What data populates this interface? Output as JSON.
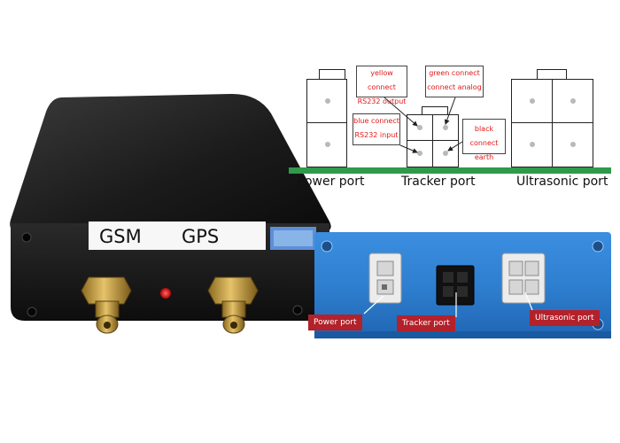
{
  "device": {
    "gsm_label": "GSM",
    "gps_label": "GPS"
  },
  "schematic": {
    "ports": {
      "power": "Power port",
      "tracker": "Tracker port",
      "ultrasonic": "Ultrasonic port"
    },
    "notes": {
      "yellow": [
        "yellow connect",
        "RS232 output"
      ],
      "green": [
        "green connect",
        "connect analog"
      ],
      "blue": [
        "blue connect",
        "RS232 input"
      ],
      "black": [
        "black connect",
        "earth"
      ]
    }
  },
  "panel": {
    "callouts": {
      "power": "Power port",
      "tracker": "Tracker port",
      "ultrasonic": "Ultrasonic port"
    }
  },
  "colors": {
    "note_text": "#e01919",
    "ground_strip": "#2f9a4a",
    "callout_bg": "#b3212a",
    "panel_blue": "#2f7fd0",
    "device_body": "#151515"
  }
}
